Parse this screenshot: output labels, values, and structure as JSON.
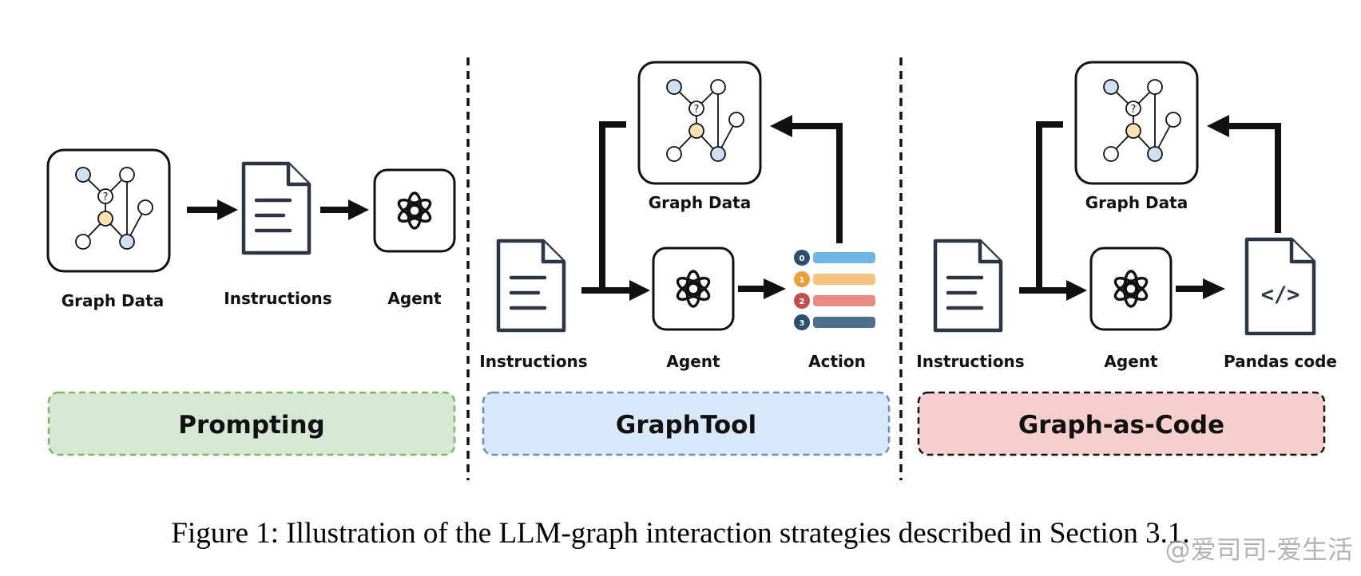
{
  "panels": {
    "prompting": {
      "title": "Prompting",
      "graph_label": "Graph Data",
      "instructions_label": "Instructions",
      "agent_label": "Agent",
      "fill": "#d5e8d4",
      "border": "#82b366"
    },
    "graphtool": {
      "title": "GraphTool",
      "graph_label": "Graph Data",
      "instructions_label": "Instructions",
      "agent_label": "Agent",
      "output_label": "Action",
      "action_numbers": [
        "0",
        "1",
        "2",
        "3"
      ],
      "fill": "#dae8fc",
      "border": "#6c8ebf"
    },
    "graph_as_code": {
      "title": "Graph-as-Code",
      "graph_label": "Graph Data",
      "instructions_label": "Instructions",
      "agent_label": "Agent",
      "output_label": "Pandas code",
      "code_glyph": "</>",
      "fill": "#f8cecc",
      "border": "#111111"
    }
  },
  "graph_node_question": "?",
  "colors": {
    "node_blue": "#cfe0f5",
    "node_orange": "#fbe2b3",
    "action_bars": [
      "#6fb6e3",
      "#f5c27f",
      "#e98a80",
      "#4f6f8f"
    ],
    "action_badges": [
      "#2b4f6e",
      "#e9a23b",
      "#c0504d",
      "#2b4f6e"
    ]
  },
  "caption": "Figure 1: Illustration of the LLM-graph interaction strategies described in Section 3.1.",
  "watermark": "@爱司司-爱生活"
}
